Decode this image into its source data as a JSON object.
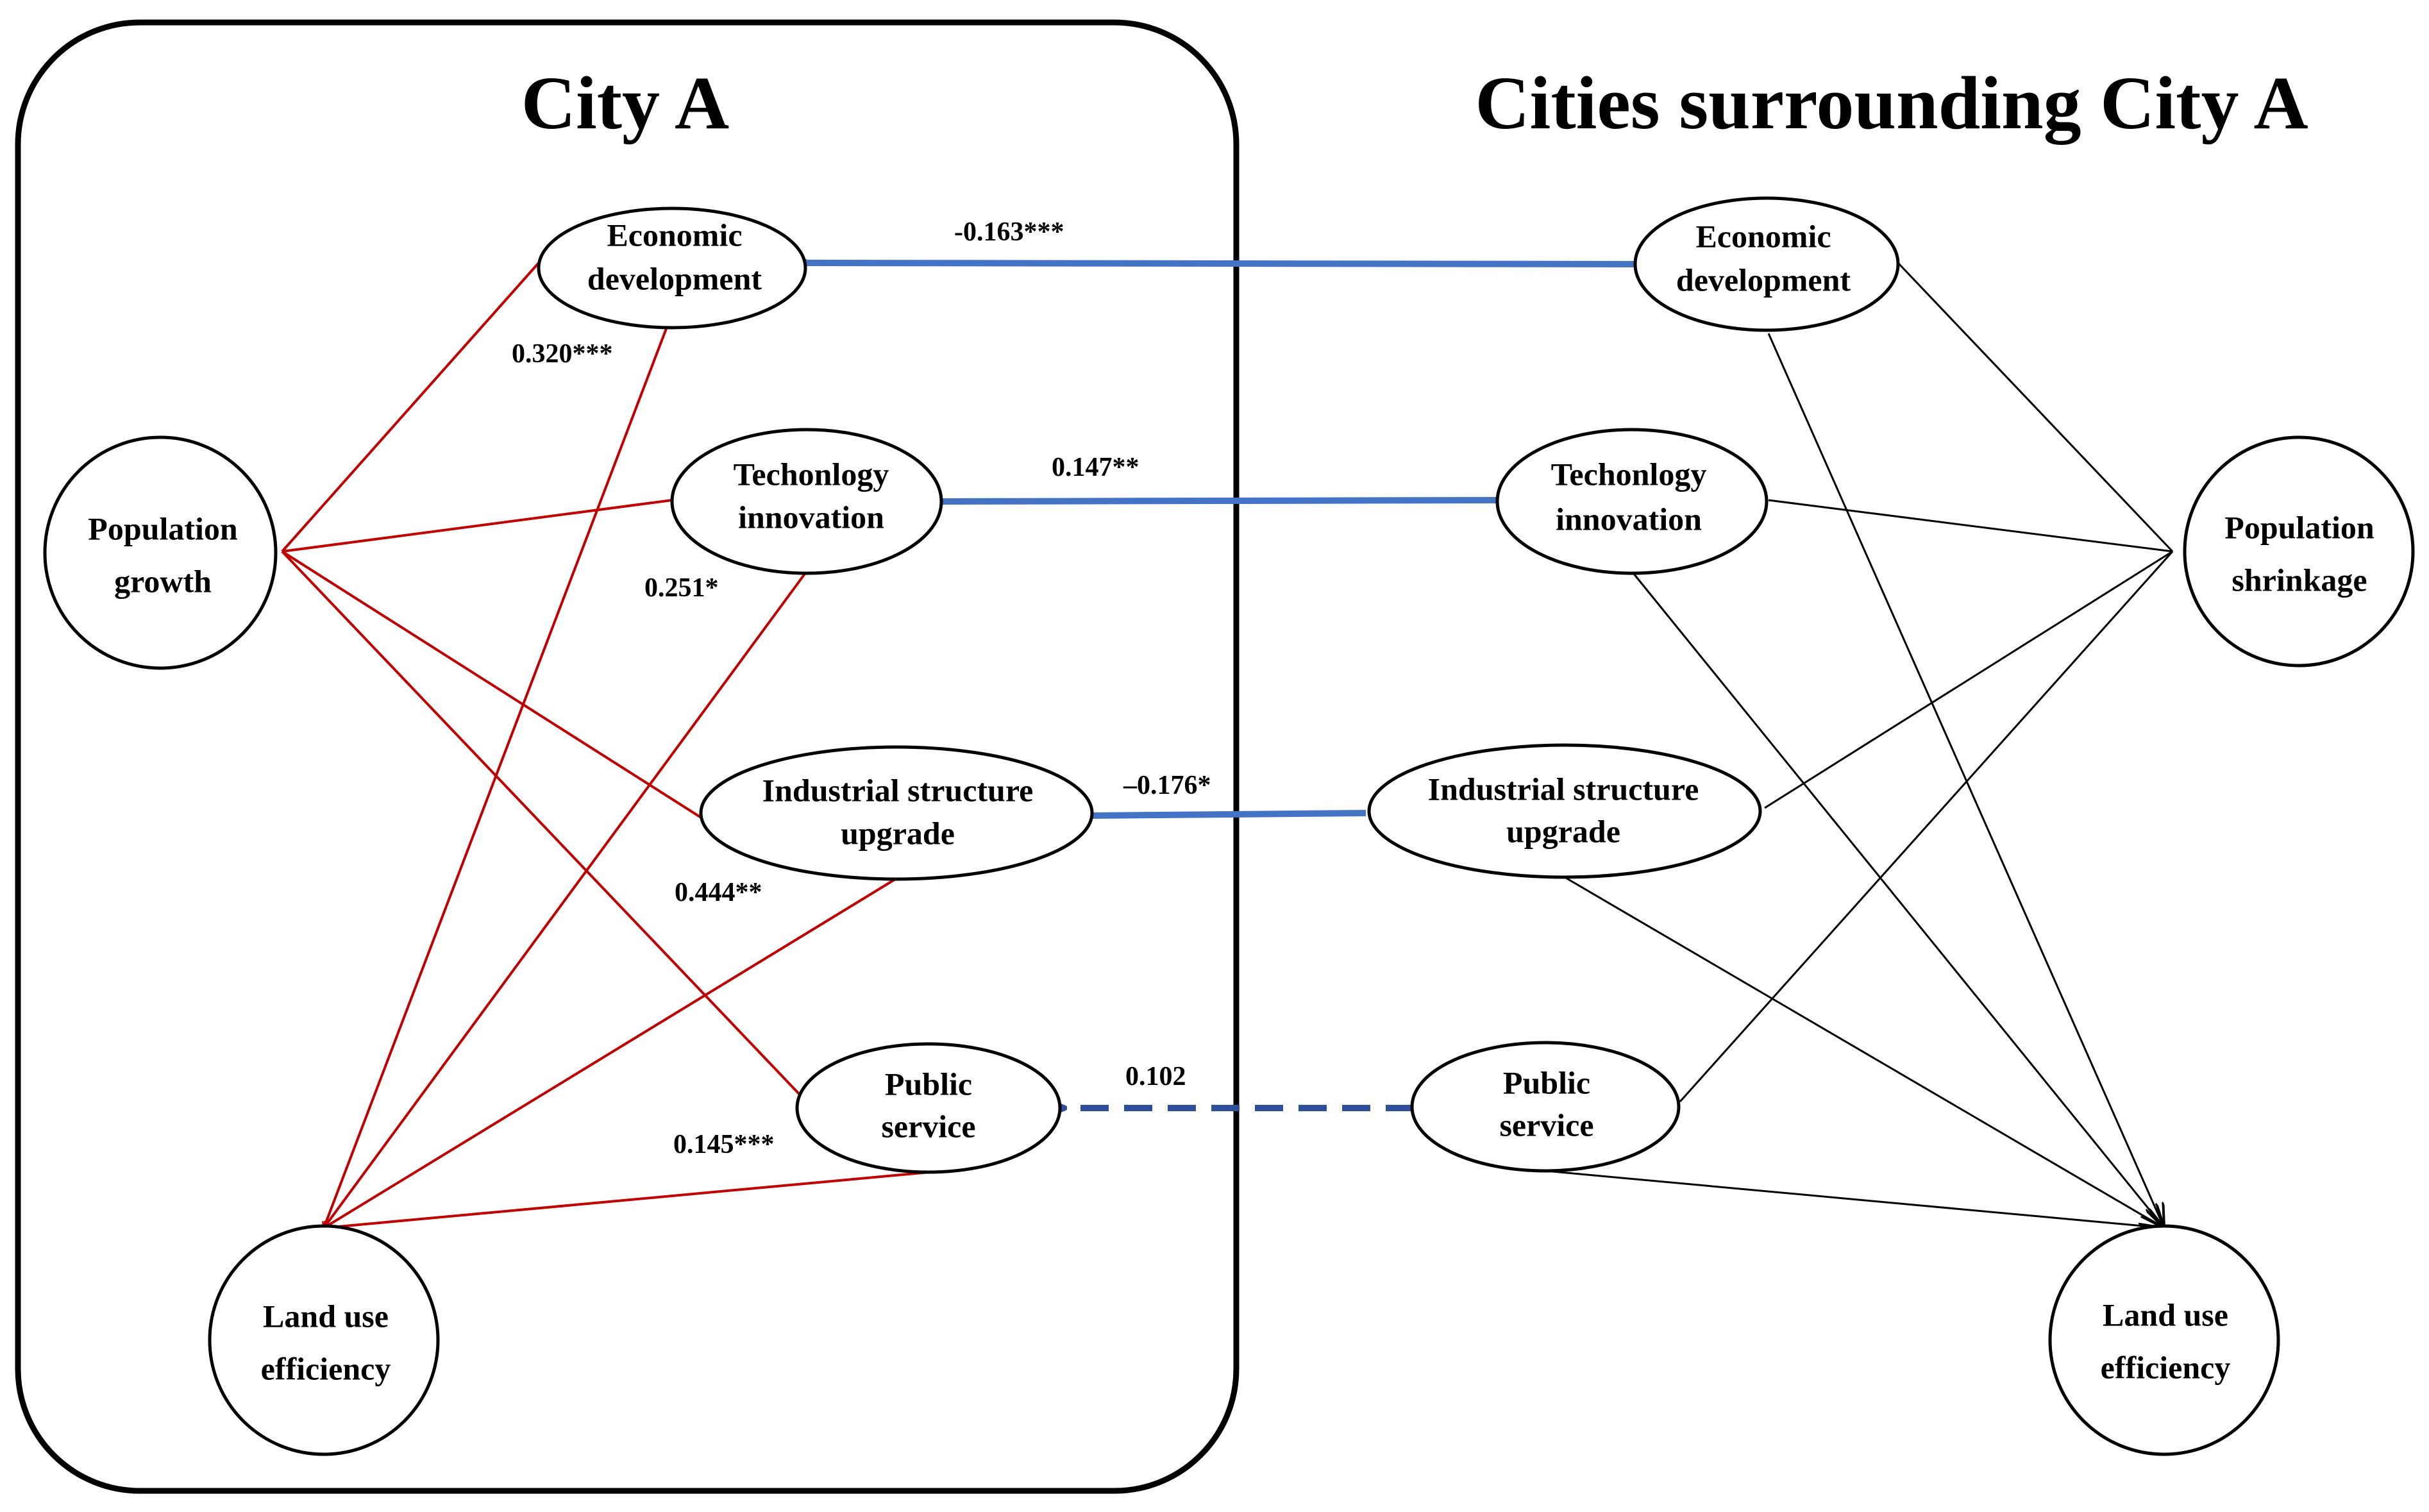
{
  "titles": {
    "city_a": "City A",
    "surrounding": "Cities surrounding City A"
  },
  "city_a": {
    "population_growth": [
      "Population",
      "growth"
    ],
    "economic_development": [
      "Economic",
      "development"
    ],
    "technology_innovation": [
      "Techonlogy",
      "innovation"
    ],
    "industrial_structure": [
      "Industrial structure",
      "upgrade"
    ],
    "public_service": [
      "Public",
      "service"
    ],
    "land_use_efficiency": [
      "Land use",
      "efficiency"
    ]
  },
  "surrounding": {
    "population_shrinkage": [
      "Population",
      "shrinkage"
    ],
    "economic_development": [
      "Economic",
      "development"
    ],
    "technology_innovation": [
      "Techonlogy",
      "innovation"
    ],
    "industrial_structure": [
      "Industrial structure",
      "upgrade"
    ],
    "public_service": [
      "Public",
      "service"
    ],
    "land_use_efficiency": [
      "Land use",
      "efficiency"
    ]
  },
  "coefficients": {
    "econ_to_land": "0.320***",
    "tech_to_land": "0.251*",
    "ind_to_land": "0.444**",
    "pub_to_land": "0.145***",
    "spill_econ": "-0.163***",
    "spill_tech": "0.147**",
    "spill_ind": "–0.176*",
    "spill_pub": "0.102"
  },
  "colors": {
    "city_a_paths": "#c00000",
    "surrounding_paths": "#000000",
    "spillover_significant": "#4472c4",
    "spillover_insignificant": "#2f4f9a"
  }
}
